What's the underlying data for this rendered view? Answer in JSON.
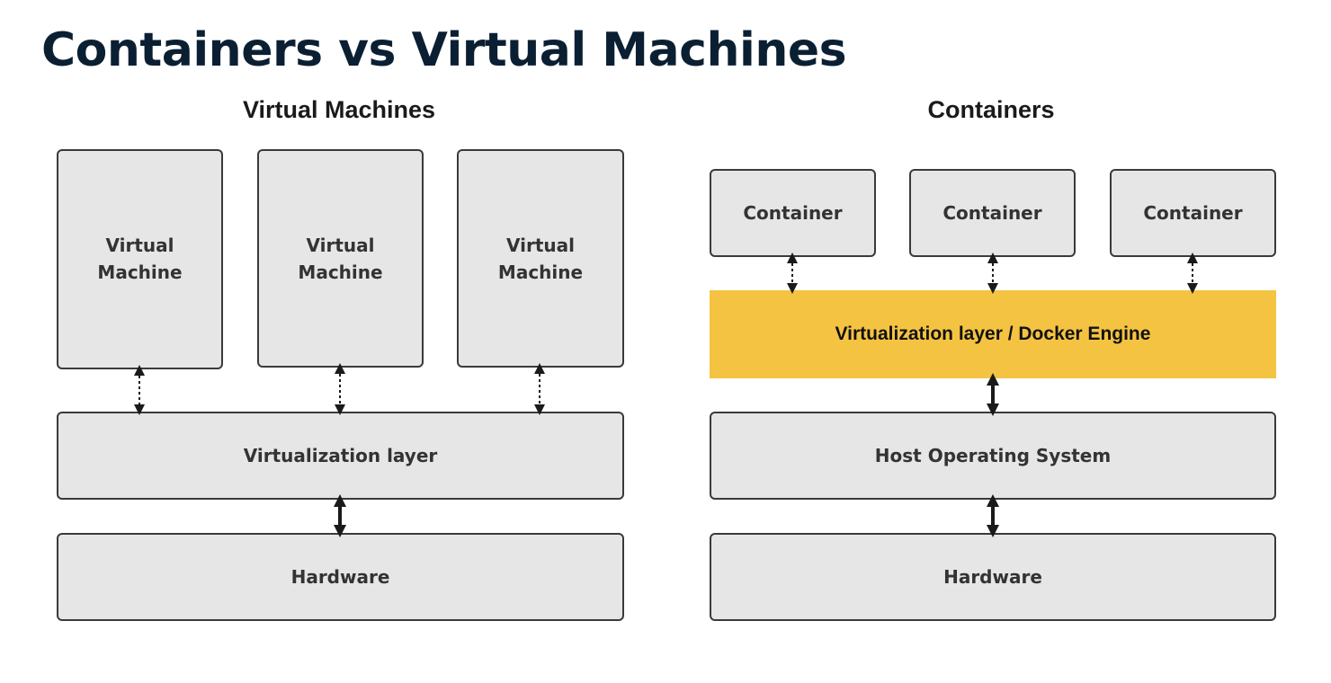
{
  "title": "Containers vs Virtual Machines",
  "vm_side": {
    "heading": "Virtual Machines",
    "machines": [
      {
        "label": "Virtual\nMachine"
      },
      {
        "label": "Virtual\nMachine"
      },
      {
        "label": "Virtual\nMachine"
      }
    ],
    "virtualization_layer": "Virtualization layer",
    "hardware": "Hardware"
  },
  "container_side": {
    "heading": "Containers",
    "containers": [
      {
        "label": "Container"
      },
      {
        "label": "Container"
      },
      {
        "label": "Container"
      }
    ],
    "engine": "Virtualization layer / Docker Engine",
    "host_os": "Host Operating System",
    "hardware": "Hardware"
  },
  "colors": {
    "title": "#0b1f33",
    "box_fill": "#e6e6e6",
    "box_border": "#3a3a3a",
    "engine_fill": "#f5c342",
    "arrow": "#1a1a1a"
  },
  "icons": {
    "dotted_arrow": "dotted-bidirectional-arrow-icon",
    "solid_arrow": "solid-bidirectional-arrow-icon"
  }
}
